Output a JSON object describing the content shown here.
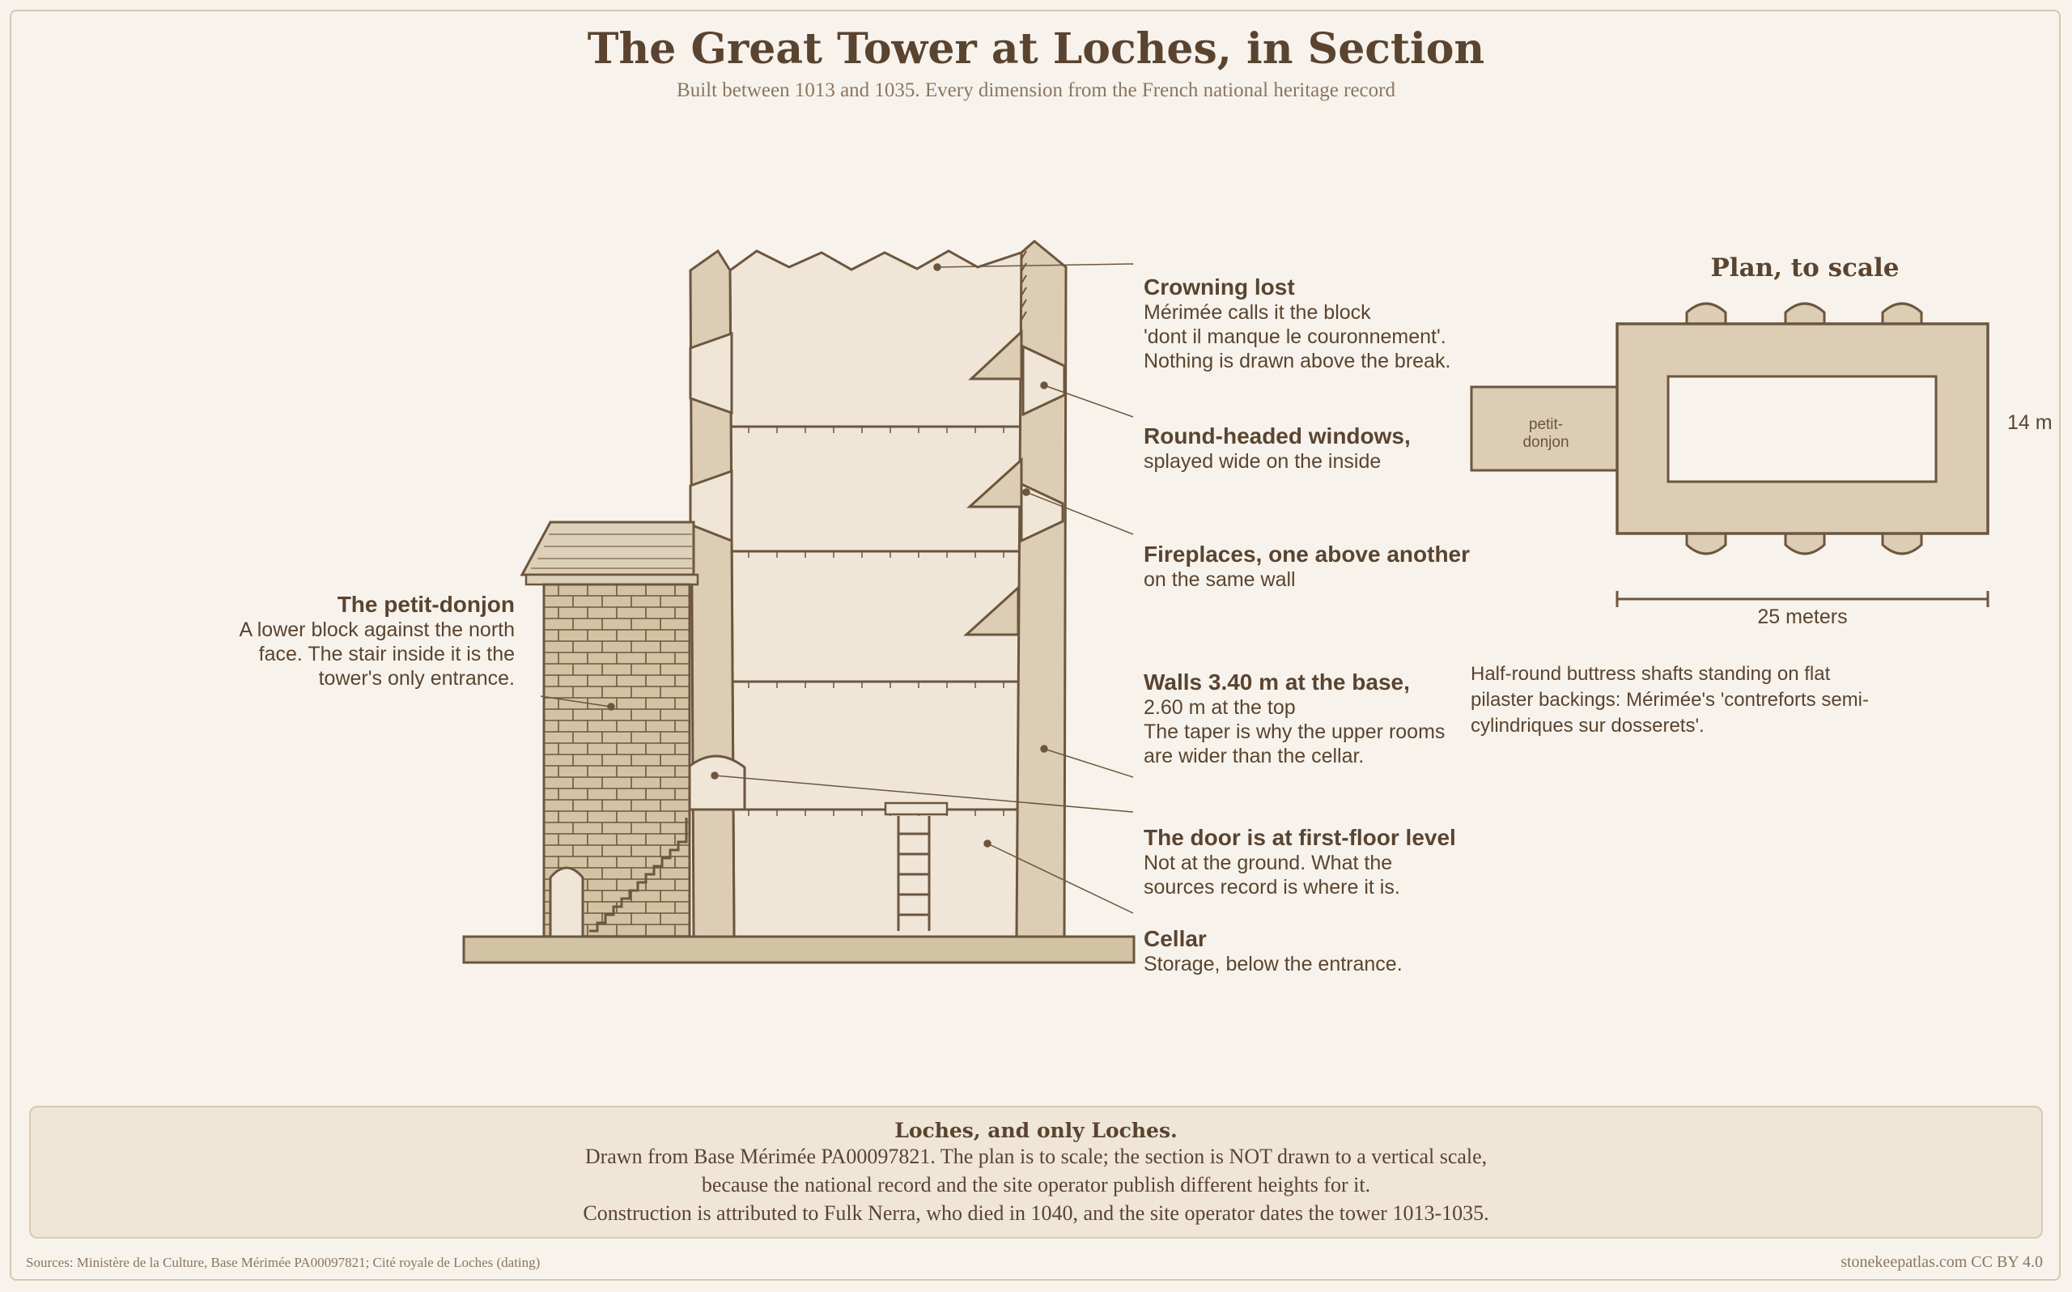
{
  "title": "The Great Tower at Loches, in Section",
  "subtitle": "Built between 1013 and 1035. Every dimension from the French national heritage record",
  "annotations": {
    "crowning": {
      "heading": "Crowning lost",
      "lines": [
        "Mérimée calls it the block",
        "'dont il manque le couronnement'.",
        "Nothing is drawn above the break."
      ]
    },
    "windows": {
      "heading": "Round-headed windows,",
      "lines": [
        "splayed wide on the inside"
      ]
    },
    "fireplaces": {
      "heading": "Fireplaces, one above another",
      "lines": [
        "on the same wall"
      ]
    },
    "walls": {
      "heading": "Walls 3.40 m at the base,",
      "lines": [
        "2.60 m at the top",
        "The taper is why the upper rooms",
        "are wider than the cellar."
      ]
    },
    "door": {
      "heading": "The door is at first-floor level",
      "lines": [
        "Not at the ground. What the",
        "sources record is where it is."
      ]
    },
    "cellar": {
      "heading": "Cellar",
      "lines": [
        "Storage, below the entrance."
      ]
    },
    "petit_donjon": {
      "heading": "The petit-donjon",
      "lines": [
        "A lower block against the north",
        "face. The stair inside it is the",
        "tower's only entrance."
      ]
    }
  },
  "plan": {
    "title": "Plan, to scale",
    "petit_label_1": "petit-",
    "petit_label_2": "donjon",
    "width_label": "14 m",
    "length_label": "25 meters",
    "buttress_note": "Half-round buttress shafts standing on flat pilaster backings: Mérimée's 'contreforts semi-cylindriques sur dosserets'."
  },
  "footer": {
    "heading": "Loches, and only Loches.",
    "lines": [
      "Drawn from Base Mérimée PA00097821. The plan is to scale; the section is NOT drawn to a vertical scale,",
      "because the national record and the site operator publish different heights for it.",
      "Construction is attributed to Fulk Nerra, who died in 1040, and the site operator dates the tower 1013-1035."
    ]
  },
  "source": "Sources: Ministère de la Culture, Base Mérimée PA00097821; Cité royale de Loches (dating)",
  "credit": "stonekeepatlas.com CC BY 4.0",
  "colors": {
    "ink": "#5a4430",
    "wall": "#dccdb4",
    "interior": "#efe6d8",
    "petit": "#d3c3a5",
    "background": "#f7f3ec"
  }
}
